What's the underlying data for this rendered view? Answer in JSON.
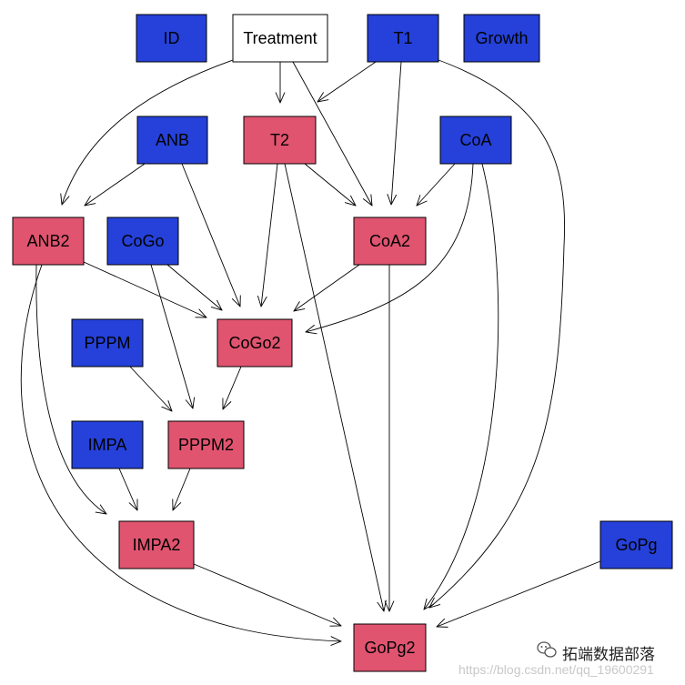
{
  "diagram": {
    "colors": {
      "observed": "#2541d9",
      "latent": "#e05470",
      "neutral": "#ffffff",
      "stroke": "#000000"
    },
    "nodes": [
      {
        "id": "ID",
        "label": "ID",
        "kind": "observed"
      },
      {
        "id": "Treatment",
        "label": "Treatment",
        "kind": "neutral"
      },
      {
        "id": "T1",
        "label": "T1",
        "kind": "observed"
      },
      {
        "id": "Growth",
        "label": "Growth",
        "kind": "observed"
      },
      {
        "id": "ANB",
        "label": "ANB",
        "kind": "observed"
      },
      {
        "id": "T2",
        "label": "T2",
        "kind": "latent"
      },
      {
        "id": "CoA",
        "label": "CoA",
        "kind": "observed"
      },
      {
        "id": "ANB2",
        "label": "ANB2",
        "kind": "latent"
      },
      {
        "id": "CoGo",
        "label": "CoGo",
        "kind": "observed"
      },
      {
        "id": "CoA2",
        "label": "CoA2",
        "kind": "latent"
      },
      {
        "id": "PPPM",
        "label": "PPPM",
        "kind": "observed"
      },
      {
        "id": "CoGo2",
        "label": "CoGo2",
        "kind": "latent"
      },
      {
        "id": "IMPA",
        "label": "IMPA",
        "kind": "observed"
      },
      {
        "id": "PPPM2",
        "label": "PPPM2",
        "kind": "latent"
      },
      {
        "id": "GoPg",
        "label": "GoPg",
        "kind": "observed"
      },
      {
        "id": "IMPA2",
        "label": "IMPA2",
        "kind": "latent"
      },
      {
        "id": "GoPg2",
        "label": "GoPg2",
        "kind": "latent"
      }
    ],
    "edges": [
      {
        "from": "Treatment",
        "to": "T2"
      },
      {
        "from": "Treatment",
        "to": "ANB2"
      },
      {
        "from": "Treatment",
        "to": "CoA2"
      },
      {
        "from": "T1",
        "to": "T2"
      },
      {
        "from": "T1",
        "to": "CoA2"
      },
      {
        "from": "T1",
        "to": "GoPg2"
      },
      {
        "from": "ANB",
        "to": "ANB2"
      },
      {
        "from": "ANB",
        "to": "CoGo2"
      },
      {
        "from": "T2",
        "to": "CoA2"
      },
      {
        "from": "T2",
        "to": "CoGo2"
      },
      {
        "from": "T2",
        "to": "GoPg2"
      },
      {
        "from": "CoA",
        "to": "CoA2"
      },
      {
        "from": "CoA",
        "to": "CoGo2"
      },
      {
        "from": "CoA",
        "to": "GoPg2"
      },
      {
        "from": "ANB2",
        "to": "CoGo2"
      },
      {
        "from": "ANB2",
        "to": "IMPA2"
      },
      {
        "from": "ANB2",
        "to": "GoPg2"
      },
      {
        "from": "CoGo",
        "to": "CoGo2"
      },
      {
        "from": "CoGo",
        "to": "PPPM2"
      },
      {
        "from": "CoA2",
        "to": "CoGo2"
      },
      {
        "from": "CoA2",
        "to": "GoPg2"
      },
      {
        "from": "PPPM",
        "to": "PPPM2"
      },
      {
        "from": "CoGo2",
        "to": "PPPM2"
      },
      {
        "from": "IMPA",
        "to": "IMPA2"
      },
      {
        "from": "PPPM2",
        "to": "IMPA2"
      },
      {
        "from": "IMPA2",
        "to": "GoPg2"
      },
      {
        "from": "GoPg",
        "to": "GoPg2"
      }
    ]
  },
  "watermark": {
    "brand": "拓端数据部落",
    "url": "https://blog.csdn.net/qq_19600291",
    "icon": "wechat-icon"
  }
}
